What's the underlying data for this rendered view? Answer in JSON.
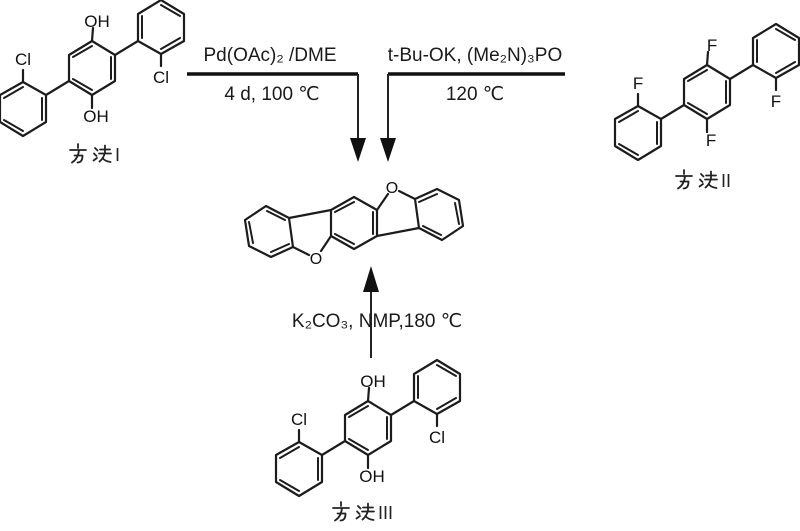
{
  "figure": {
    "methods": {
      "m1": {
        "label": "方法I",
        "numeral": "I",
        "oh_top": "OH",
        "oh_bottom": "OH",
        "cl_left": "Cl",
        "cl_right": "Cl"
      },
      "m2": {
        "label": "方法II",
        "numeral": "II",
        "f_top": "F",
        "f_bottom": "F",
        "f_left": "F",
        "f_right": "F"
      },
      "m3": {
        "label": "方法III",
        "numeral": "III",
        "oh_top": "OH",
        "oh_bottom": "OH",
        "cl_left": "Cl",
        "cl_right": "Cl"
      }
    },
    "product": {
      "o_top": "O",
      "o_bottom": "O"
    },
    "reactions": {
      "r1": {
        "above": "Pd(OAc)₂ /DME",
        "below": "4 d, 100 ℃"
      },
      "r2": {
        "above": "t-Bu-OK, (Me₂N)₃PO",
        "below": "120 ℃"
      },
      "r3": {
        "label": "K₂CO₃, NMP,180 ℃"
      }
    },
    "colors": {
      "ink": "#1c1c1c",
      "background": "#ffffff"
    }
  }
}
